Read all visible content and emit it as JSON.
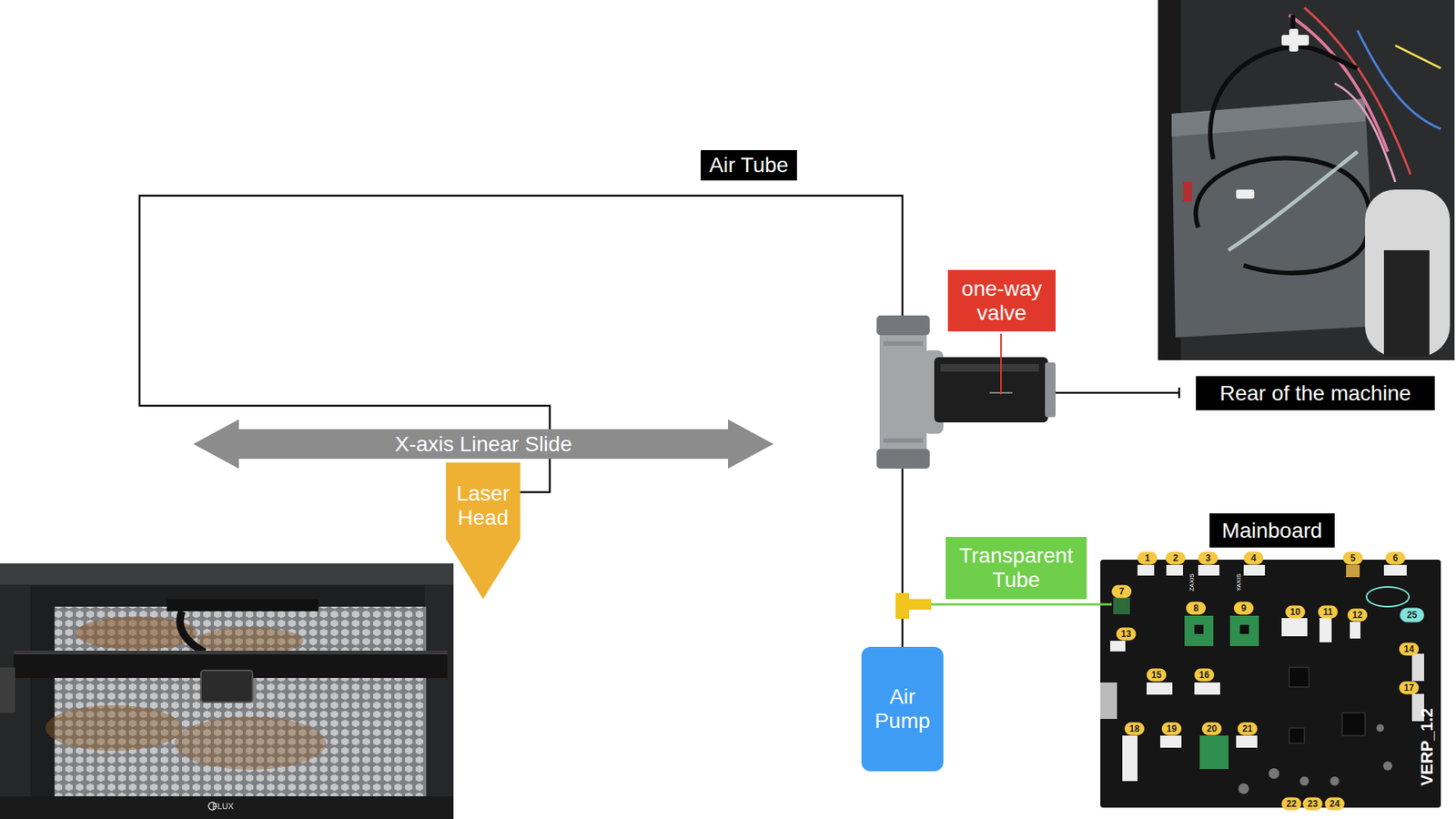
{
  "diagram": {
    "nodes": [
      {
        "text": [
          "Air Tube"
        ]
      },
      {
        "text": [
          "one-way valve"
        ]
      },
      {
        "text": [
          "X-axis Linear Slide"
        ]
      },
      {
        "text": [
          "Laser Head"
        ]
      },
      {
        "text": [
          "Rear of the machine"
        ]
      },
      {
        "text": [
          "Transparent Tube"
        ]
      },
      {
        "text": [
          "Mainboard"
        ]
      },
      {
        "text": [
          "Air Pump"
        ]
      }
    ],
    "edges": [
      {
        "from": 3,
        "to": 7,
        "arrow": "none"
      }
    ],
    "labels": [
      "FLUX",
      "1",
      "2",
      "3",
      "4",
      "5",
      "6",
      "ZAXIS",
      "YAXIS",
      "7",
      "8",
      "9",
      "10",
      "11",
      "12",
      "25",
      "13",
      "14",
      "15",
      "16",
      "17",
      "VERP_1.2",
      "18",
      "19",
      "20",
      "21",
      "22",
      "23",
      "24"
    ]
  }
}
